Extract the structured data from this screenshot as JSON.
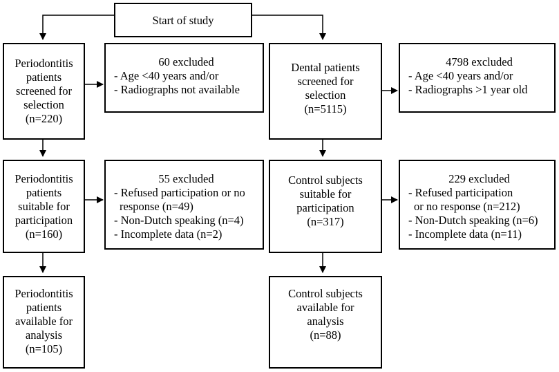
{
  "flowchart": {
    "start": {
      "text": "Start of study"
    },
    "left": {
      "screened": {
        "lines": [
          "Periodontitis",
          "patients",
          "screened for",
          "selection",
          "(n=220)"
        ]
      },
      "excluded1": {
        "heading": "60 excluded",
        "items": [
          "- Age <40 years and/or",
          "- Radiographs not available"
        ]
      },
      "suitable": {
        "lines": [
          "Periodontitis",
          "patients",
          "suitable for",
          "participation",
          "(n=160)"
        ]
      },
      "excluded2": {
        "heading": "55 excluded",
        "items": [
          "- Refused participation or no",
          "  response (n=49)",
          "- Non-Dutch speaking (n=4)",
          "- Incomplete data (n=2)"
        ]
      },
      "available": {
        "lines": [
          "Periodontitis",
          "patients",
          "available for",
          "analysis",
          "(n=105)"
        ]
      }
    },
    "right": {
      "screened": {
        "lines": [
          "Dental patients",
          "screened for",
          "selection",
          "(n=5115)"
        ]
      },
      "excluded1": {
        "heading": "4798 excluded",
        "items": [
          "- Age <40 years and/or",
          "- Radiographs >1 year old"
        ]
      },
      "suitable": {
        "lines": [
          "Control subjects",
          "suitable for",
          "participation",
          "(n=317)"
        ]
      },
      "excluded2": {
        "heading": "229 excluded",
        "items": [
          "- Refused participation",
          "  or no response (n=212)",
          "- Non-Dutch speaking (n=6)",
          "- Incomplete data (n=11)"
        ]
      },
      "available": {
        "lines": [
          "Control subjects",
          "available for",
          "analysis",
          "(n=88)"
        ]
      }
    }
  }
}
